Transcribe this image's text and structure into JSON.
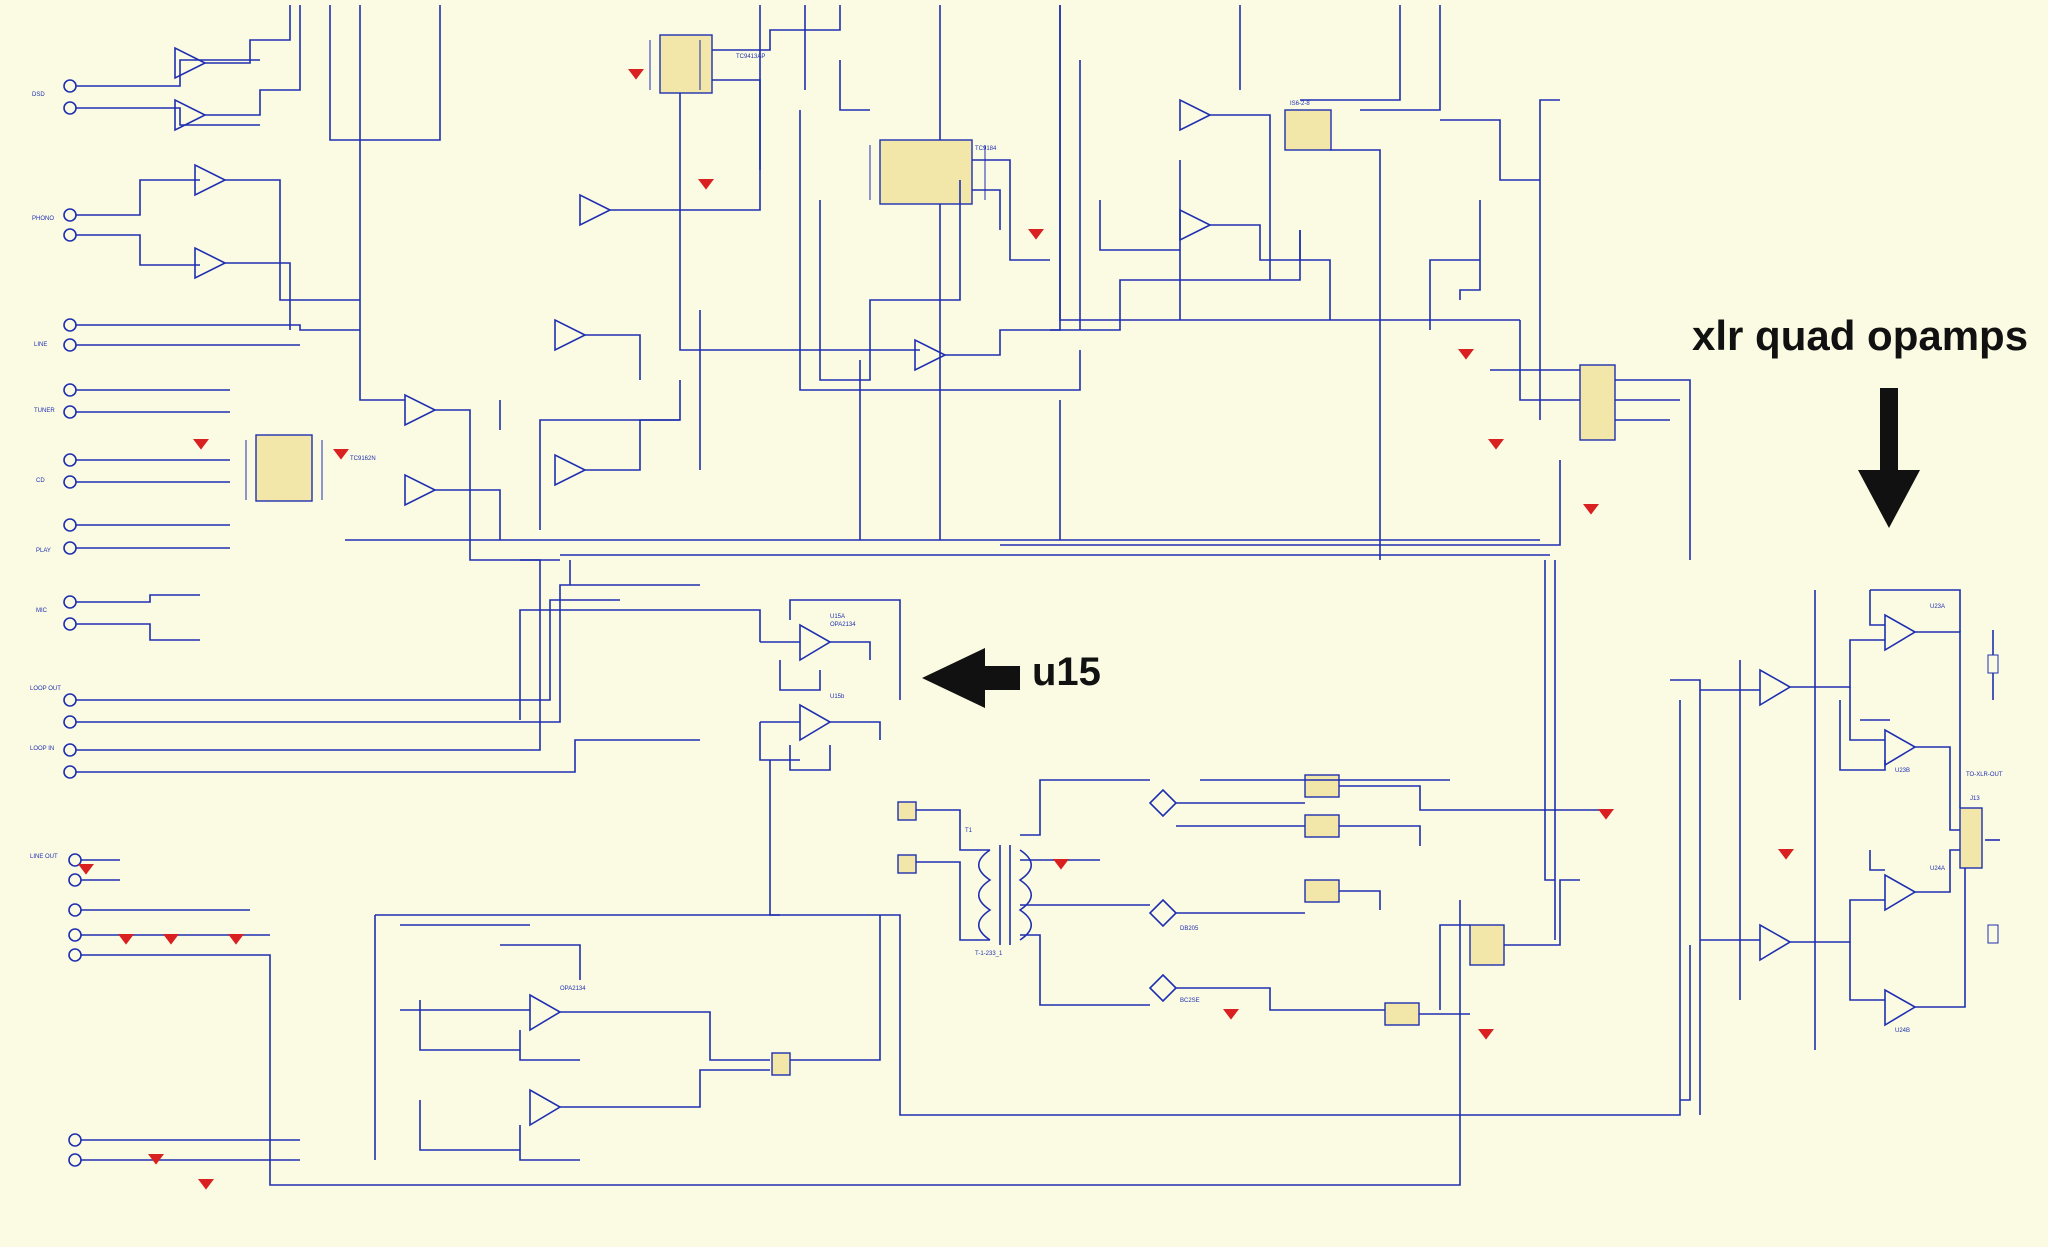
{
  "annotations": {
    "xlr_callout": "xlr quad opamps",
    "u15_callout": "u15"
  },
  "ic_labels": {
    "u14": "TC9413AP",
    "u15a": "U15A",
    "u15b": "U15b",
    "opa": "OPA2134",
    "u23a": "U23A",
    "u23b": "U23B",
    "u24a": "U24A",
    "u24b": "U24B",
    "j13": "J13",
    "j13_desc": "TO-XLR-OUT",
    "t1": "T1",
    "t1_part": "T-1-233_1",
    "u19": "TC9184",
    "u12": "TC9162N",
    "ic_u5": "IS6-2-8",
    "bridge_a": "DB205",
    "bridge_b": "BC2SE",
    "mic": "MIC",
    "line": "LINE",
    "tuner": "TUNER",
    "cd": "CD",
    "play": "PLAY",
    "loop_out": "LOOP OUT",
    "loop_in": "LOOP IN",
    "line_out": "LINE OUT",
    "dsd": "DSD",
    "phono": "PHONO"
  },
  "colors": {
    "background": "#fbfbe4",
    "wire": "#1f2fb0",
    "ground": "#d92121",
    "chip_fill": "#f2e6a8",
    "arrow": "#111111"
  }
}
